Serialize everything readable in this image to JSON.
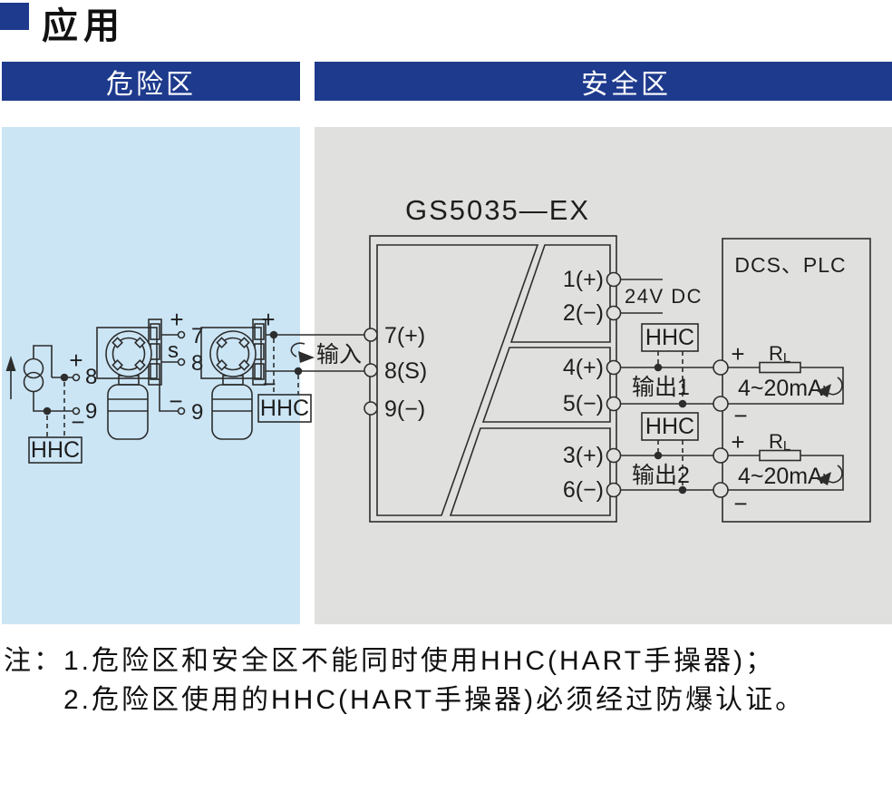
{
  "title": "应用",
  "zones": {
    "hazardous": "危险区",
    "safe": "安全区"
  },
  "device": {
    "model": "GS5035—EX",
    "t7": "7(+)",
    "t8": "8(S)",
    "t9": "9(−)",
    "t1": "1(+)",
    "t2": "2(−)",
    "t4": "4(+)",
    "t5": "5(−)",
    "t3": "3(+)",
    "t6": "6(−)"
  },
  "labels": {
    "power": "24V DC",
    "input": "输入",
    "output1": "输出1",
    "output2": "输出2",
    "hhc": "HHC",
    "dcs": "DCS、PLC",
    "rl_main": "R",
    "rl_sub": "L",
    "loop_current": "4~20mA",
    "plus": "+",
    "minus": "−"
  },
  "field": {
    "src_8": "8",
    "src_9": "9",
    "x1_7": "7",
    "x1_s": "s",
    "x1_8": "8",
    "x1_9": "9"
  },
  "notes": {
    "line1": "注：1.危险区和安全区不能同时使用HHC(HART手操器)；",
    "line2": "2.危险区使用的HHC(HART手操器)必须经过防爆认证。"
  },
  "colors": {
    "accent_blue": "#1e3a8d",
    "hazard_bg": "#cbe5f5",
    "safe_bg": "#e0e0de",
    "line": "#2d2d2d"
  }
}
